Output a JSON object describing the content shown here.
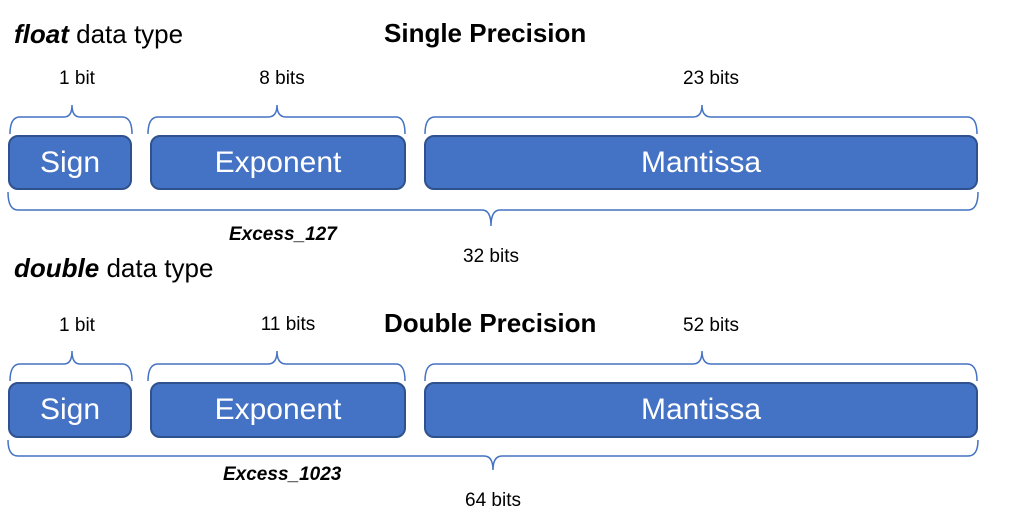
{
  "single": {
    "type_keyword": "float",
    "type_suffix": " data type",
    "title": "Single Precision",
    "fields": [
      {
        "label": "Sign",
        "bits": "1 bit"
      },
      {
        "label": "Exponent",
        "bits": "8 bits"
      },
      {
        "label": "Mantissa",
        "bits": "23 bits"
      }
    ],
    "excess": "Excess_127",
    "total": "32 bits"
  },
  "double": {
    "type_keyword": "double",
    "type_suffix": " data type",
    "title": "Double Precision",
    "fields": [
      {
        "label": "Sign",
        "bits": "1 bit"
      },
      {
        "label": "Exponent",
        "bits": "11 bits"
      },
      {
        "label": "Mantissa",
        "bits": "52 bits"
      }
    ],
    "excess": "Excess_1023",
    "total": "64 bits"
  },
  "colors": {
    "field_fill": "#4472c4",
    "field_border": "#2f528f",
    "brace": "#4472c4",
    "field_text": "#ffffff"
  }
}
